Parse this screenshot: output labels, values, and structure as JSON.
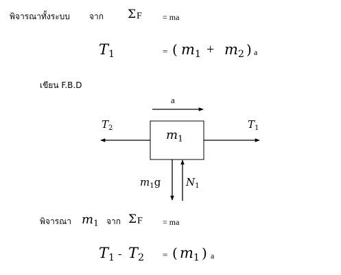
{
  "line1": {
    "label": "พิจารณาทั้งระบบ",
    "jak": "จาก",
    "sigma": "Σ",
    "force": "F",
    "rhs": "= ma"
  },
  "eq1": {
    "lhs_symbol": "T",
    "lhs_sub": "1",
    "eq": "=",
    "open": "(",
    "m1": "m",
    "m1_sub": "1",
    "plus": "+",
    "m2": "m",
    "m2_sub": "2",
    "close": ")",
    "a": "a"
  },
  "fbd_label": "เขียน F.B.D",
  "fbd": {
    "accel": "a",
    "t2": "T",
    "t2_sub": "2",
    "t1": "T",
    "t1_sub": "1",
    "mass": "m",
    "mass_sub": "1",
    "weight": "m",
    "weight_sub": "1",
    "weight_g": "g",
    "normal": "N",
    "normal_sub": "1"
  },
  "line2": {
    "label": "พิจารณา",
    "m": "m",
    "m_sub": "1",
    "jak": "จาก",
    "sigma": "Σ",
    "force": "F",
    "rhs": "= ma"
  },
  "eq2": {
    "t1": "T",
    "t1_sub": "1",
    "minus": "-",
    "t2": "T",
    "t2_sub": "2",
    "eq": "=",
    "open": "(",
    "m": "m",
    "m_sub": "1",
    "close": ")",
    "a": "a"
  }
}
